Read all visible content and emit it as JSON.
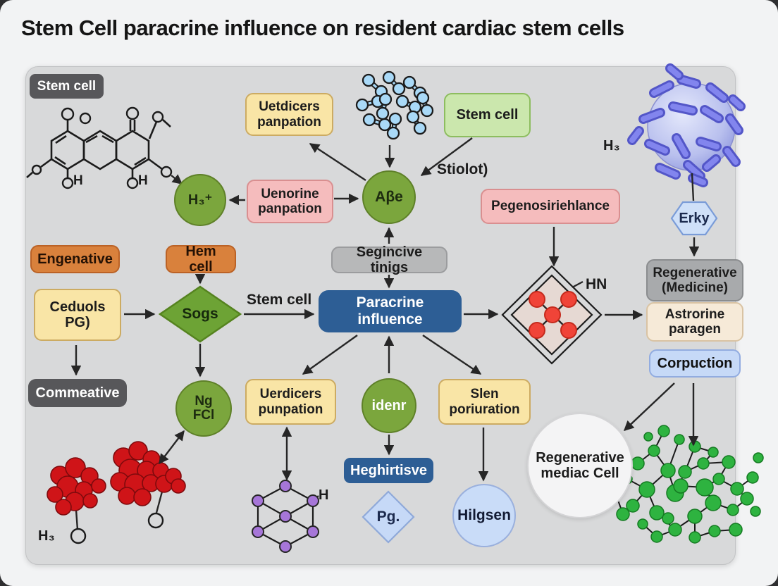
{
  "title": "Stem Cell paracrine influence on resident cardiac stem cells",
  "nodes": {
    "stem_cell_badge": "Stem cell",
    "uetdicers_box": "Uetdicers panpation",
    "stem_cell_box": "Stem cell",
    "h3_plus_circle": "H₃⁺",
    "uenorine_box": "Uenorine panpation",
    "abe_circle": "Aβe",
    "pegenosiriehlance_box": "Pegenosiriehlance",
    "erky_hexagon": "Erky",
    "regenerative_medicine_box": "Regenerative (Medicine)",
    "engenative_box": "Engenative",
    "hem_cell_box": "Hem cell",
    "segincive_box": "Segincive tinigs",
    "ceduols_box": "Ceduols PG)",
    "sogs_diamond": "Sogs",
    "paracrine_box": "Paracrine influence",
    "astrorine_box": "Astrorine paragen",
    "corpuction_box": "Corpuction",
    "commeative_box": "Commeative",
    "ng_fcl_circle": "Ng FCl",
    "uerdicers_box": "Uerdicers punpation",
    "idenr_circle": "idenr",
    "slen_box": "Slen poriuration",
    "heghirtisve_box": "Heghirtisve",
    "pg_diamond": "Pg.",
    "hilgsen_circle": "Hilgsen",
    "regenerative_mediac_circle": "Regenerative mediac Cell"
  },
  "annotations": {
    "stiolot": "Stiolot)",
    "stem_cell_arrow": "Stem cell",
    "hn": "HN",
    "h3_top_right": "H₃",
    "h3_bottom_left": "H₃",
    "h_purple_network": "H",
    "h_hydroxyl_left": "H",
    "h_hydroxyl_right": "H"
  },
  "colors": {
    "page_bg": "#f2f3f4",
    "panel_bg": "#d8d9da",
    "yellow_box": "#f9e5a6",
    "pink_box": "#f5bcbd",
    "orange_box": "#d9813c",
    "green_node": "#7ba63d",
    "green_box": "#cbe7ad",
    "dark_blue_box": "#2d5e95",
    "gray_box": "#b7b8b9",
    "dark_gray_box": "#57575a",
    "light_blue_box": "#c6d9f7",
    "tan_box": "#f6ead8",
    "sogs_green": "#6da335",
    "red_dot": "#f04438",
    "red_cluster": "#cf1418",
    "purple_atom": "#a676d8",
    "green_molecule": "#2eb340",
    "blue_molecule": "#a9d9f7",
    "cell_purple": "#6a6ee0"
  }
}
